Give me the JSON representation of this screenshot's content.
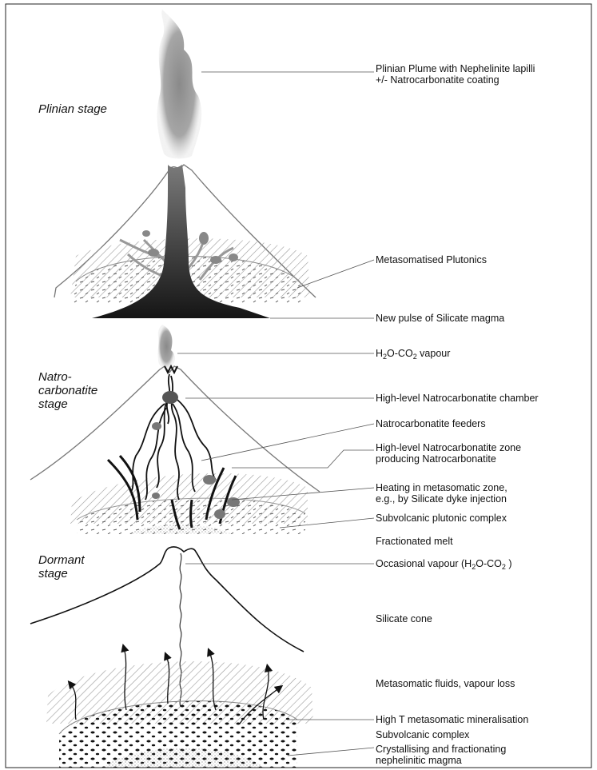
{
  "stages": {
    "plinian": "Plinian stage",
    "natro_line1": "Natro-",
    "natro_line2": "carbonatite",
    "natro_line3": "stage",
    "dormant_line1": "Dormant",
    "dormant_line2": "stage"
  },
  "labels": {
    "plume_1": "Plinian Plume with Nephelinite lapilli",
    "plume_2": "+/- Natrocarbonatite coating",
    "metasomatised": "Metasomatised Plutonics",
    "new_pulse": "New pulse of Silicate magma",
    "vapour_a": "H",
    "vapour_sub1": "2",
    "vapour_b": "O-CO",
    "vapour_sub2": "2",
    "vapour_c": " vapour",
    "chamber": "High-level Natrocarbonatite chamber",
    "feeders": "Natrocarbonatite feeders",
    "zone_1": "High-level Natrocarbonatite zone",
    "zone_2": "producing Natrocarbonatite",
    "heating_1": "Heating in metasomatic zone,",
    "heating_2": "e.g., by Silicate dyke injection",
    "subvolcanic_plutonic": "Subvolcanic plutonic complex",
    "fractionated": "Fractionated melt",
    "occ_a": "Occasional vapour (H",
    "occ_sub1": "2",
    "occ_b": "O-CO",
    "occ_sub2": "2",
    "occ_c": " )",
    "silicate_cone": "Silicate cone",
    "fluids": "Metasomatic fluids, vapour loss",
    "hight": "High T metasomatic mineralisation",
    "subvolcanic": "Subvolcanic complex",
    "crystallising_1": "Crystallising and fractionating",
    "crystallising_2": "nephelinitic magma"
  }
}
